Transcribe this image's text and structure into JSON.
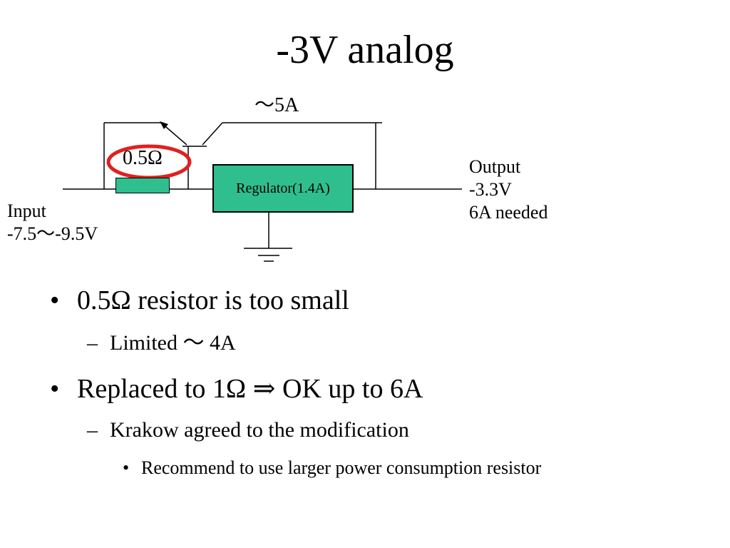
{
  "slide": {
    "title": "-3V analog",
    "diagram": {
      "current_label": "～5A",
      "resistor_label": "0.5Ω",
      "regulator_label": "Regulator(1.4A)",
      "input_lines": [
        "Input",
        "-7.5～-9.5V"
      ],
      "output_lines": [
        "Output",
        "-3.3V",
        "6A needed"
      ],
      "component_fill": "#2fbf8f",
      "highlight_color": "#e02020"
    },
    "bullets": [
      {
        "marker": "•",
        "text": "0.5Ω resistor is too small"
      },
      {
        "marker": "–",
        "text": "Limited ～ 4A"
      },
      {
        "marker": "•",
        "text": "Replaced to 1Ω  ⇒ OK up to 6A"
      },
      {
        "marker": "–",
        "text": "Krakow agreed to the modification"
      },
      {
        "marker": "•",
        "text": "Recommend to use larger power consumption resistor"
      }
    ]
  }
}
